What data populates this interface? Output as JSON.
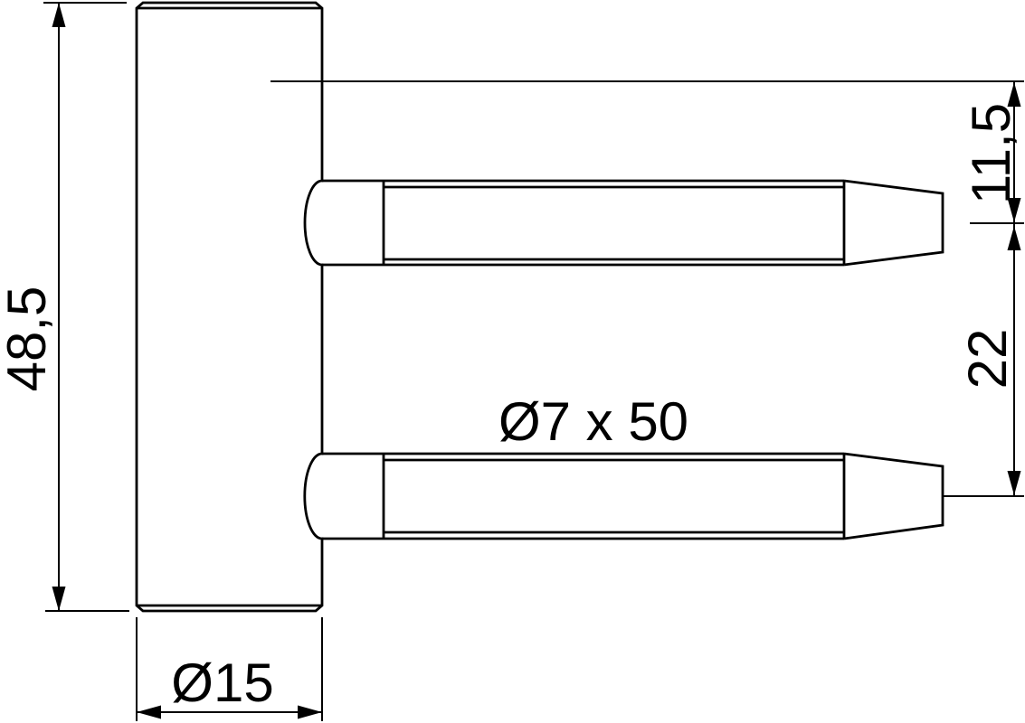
{
  "drawing": {
    "background": "#ffffff",
    "line_color": "#000000",
    "labels": {
      "overall_height": "48,5",
      "barrel_diameter": "Ø15",
      "pin_spec": "Ø7 x 50",
      "pin_top_offset": "11,5",
      "pin_spacing": "22"
    }
  }
}
